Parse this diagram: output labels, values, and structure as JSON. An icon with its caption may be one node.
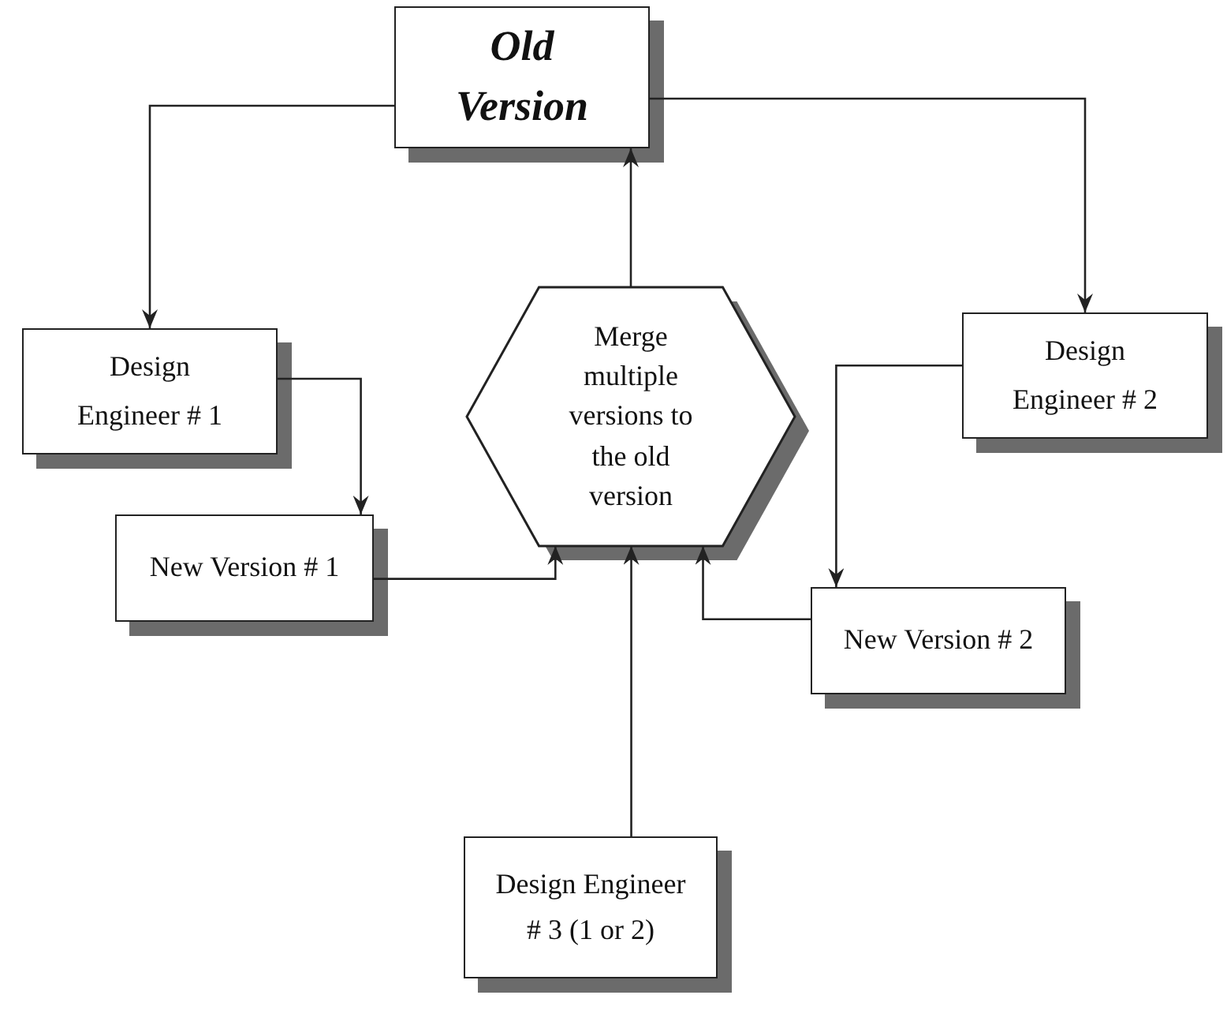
{
  "diagram": {
    "nodes": [
      {
        "text": [
          "Old Version"
        ]
      },
      {
        "text": [
          "Design Engineer # 1"
        ]
      },
      {
        "text": [
          "Merge multiple versions to the old version"
        ]
      },
      {
        "text": [
          "Design Engineer # 2"
        ]
      },
      {
        "text": [
          "New Version # 1"
        ]
      },
      {
        "text": [
          "New Version # 2"
        ]
      },
      {
        "text": [
          "Design Engineer # 3 (1 or 2)"
        ]
      }
    ],
    "edges": [
      {
        "from": 0,
        "to": 1,
        "arrow": "to"
      },
      {
        "from": 0,
        "to": 3,
        "arrow": "to"
      },
      {
        "from": 1,
        "to": 4,
        "arrow": "to"
      },
      {
        "from": 3,
        "to": 5,
        "arrow": "to"
      },
      {
        "from": 4,
        "to": 2,
        "arrow": "to"
      },
      {
        "from": 5,
        "to": 2,
        "arrow": "to"
      },
      {
        "from": 6,
        "to": 2,
        "arrow": "to"
      },
      {
        "from": 2,
        "to": 0,
        "arrow": "to"
      }
    ]
  }
}
